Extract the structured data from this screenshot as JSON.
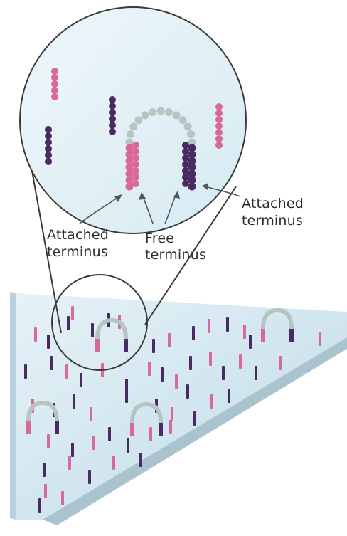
{
  "labels": {
    "attached_terminus_left_line1": "Attached",
    "attached_terminus_left_line2": "terminus",
    "free_terminus_line1": "Free",
    "free_terminus_line2": "terminus",
    "attached_terminus_right_line1": "Attached",
    "attached_terminus_right_line2": "terminus"
  },
  "colors": {
    "slide_surface": "#cfe4ee",
    "slide_edge": "#9fb8c4",
    "circle_fill": "#dff0f6",
    "circle_stroke": "#3a3a3a",
    "pink_bead": "#d9689b",
    "purple_bead": "#4b2a63",
    "gray_bead": "#b5c6c2",
    "label_text": "#2f2f2f",
    "arrow": "#555555"
  }
}
